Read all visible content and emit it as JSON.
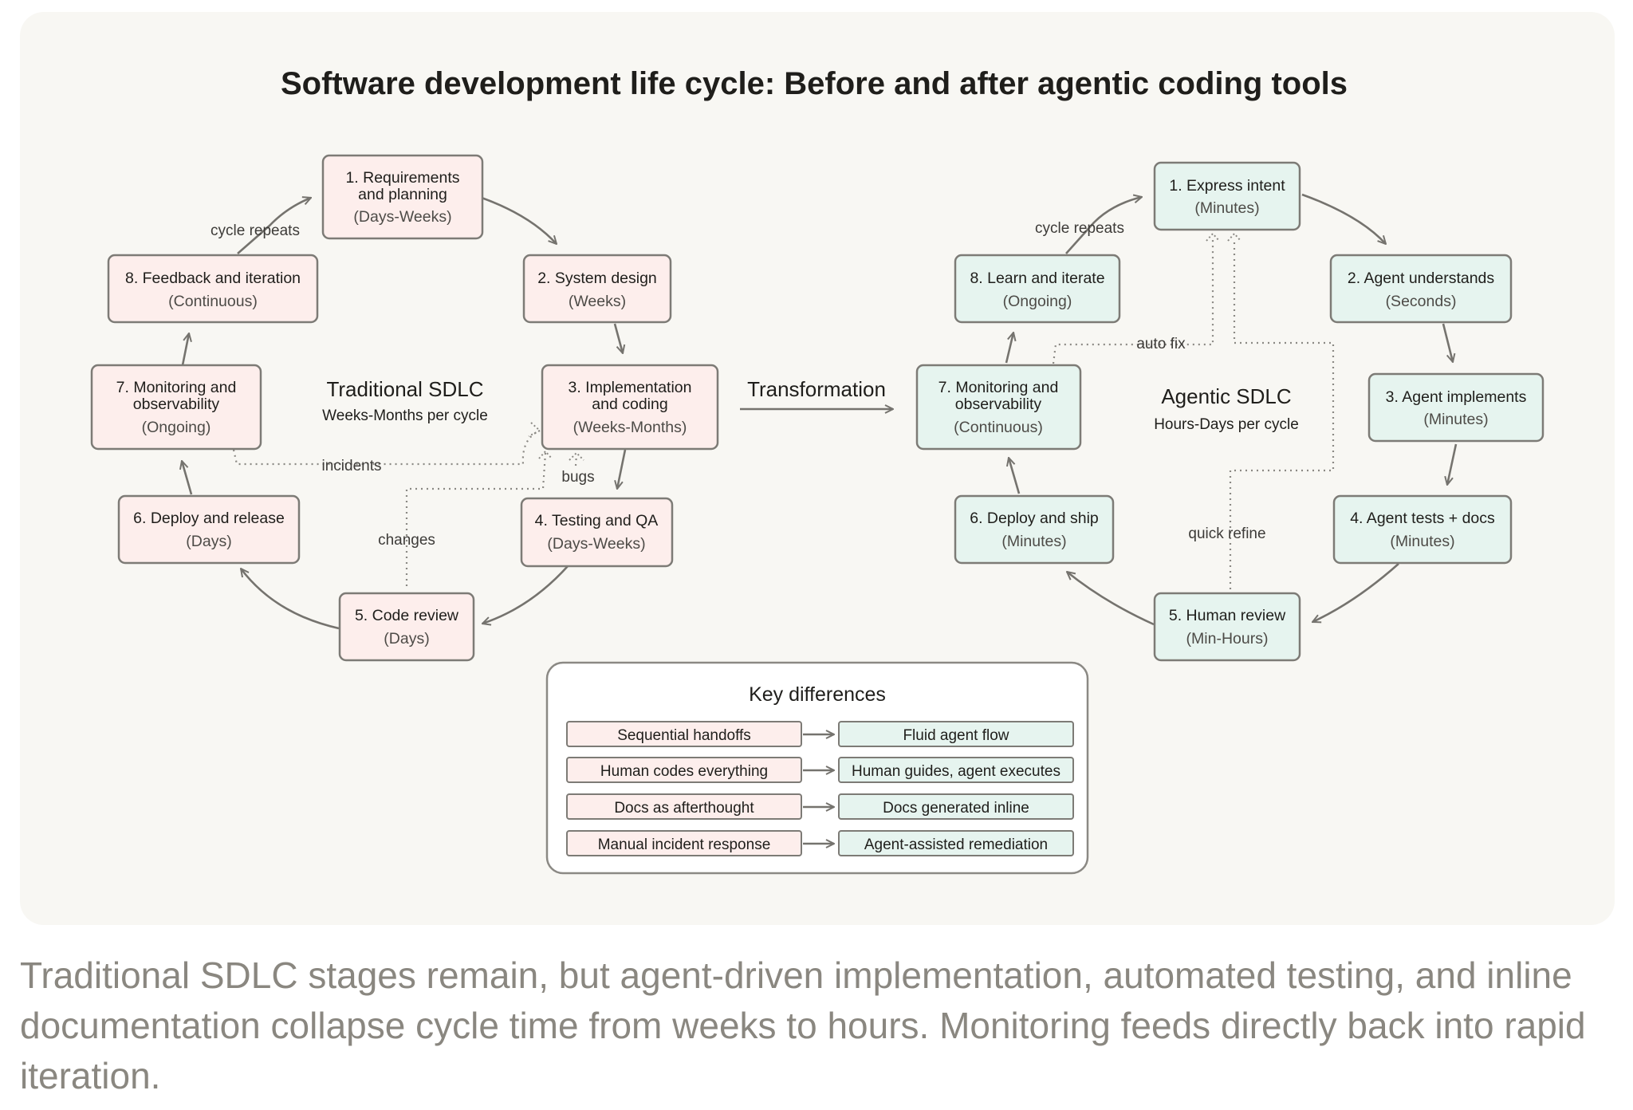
{
  "title": "Software development life cycle: Before and after agentic coding tools",
  "traditional": {
    "heading": "Traditional SDLC",
    "subheading": "Weeks-Months per cycle",
    "stages": [
      {
        "name": "1. Requirements and planning",
        "name_lines": [
          "1. Requirements",
          "and planning"
        ],
        "duration": "(Days-Weeks)"
      },
      {
        "name": "2. System design",
        "name_lines": [
          "2. System design"
        ],
        "duration": "(Weeks)"
      },
      {
        "name": "3. Implementation and coding",
        "name_lines": [
          "3. Implementation",
          "and coding"
        ],
        "duration": "(Weeks-Months)"
      },
      {
        "name": "4. Testing and QA",
        "name_lines": [
          "4. Testing and QA"
        ],
        "duration": "(Days-Weeks)"
      },
      {
        "name": "5. Code review",
        "name_lines": [
          "5. Code review"
        ],
        "duration": "(Days)"
      },
      {
        "name": "6. Deploy and release",
        "name_lines": [
          "6. Deploy and release"
        ],
        "duration": "(Days)"
      },
      {
        "name": "7. Monitoring and observability",
        "name_lines": [
          "7. Monitoring and",
          "observability"
        ],
        "duration": "(Ongoing)"
      },
      {
        "name": "8. Feedback and iteration",
        "name_lines": [
          "8. Feedback and iteration"
        ],
        "duration": "(Continuous)"
      }
    ],
    "flow_labels": {
      "cycle_repeats": "cycle repeats",
      "incidents": "incidents",
      "bugs": "bugs",
      "changes": "changes"
    }
  },
  "transformation_label": "Transformation",
  "agentic": {
    "heading": "Agentic SDLC",
    "subheading": "Hours-Days per cycle",
    "stages": [
      {
        "name": "1. Express intent",
        "name_lines": [
          "1. Express intent"
        ],
        "duration": "(Minutes)"
      },
      {
        "name": "2. Agent understands",
        "name_lines": [
          "2. Agent understands"
        ],
        "duration": "(Seconds)"
      },
      {
        "name": "3. Agent implements",
        "name_lines": [
          "3. Agent implements"
        ],
        "duration": "(Minutes)"
      },
      {
        "name": "4. Agent tests + docs",
        "name_lines": [
          "4. Agent tests + docs"
        ],
        "duration": "(Minutes)"
      },
      {
        "name": "5. Human review",
        "name_lines": [
          "5. Human review"
        ],
        "duration": "(Min-Hours)"
      },
      {
        "name": "6. Deploy and ship",
        "name_lines": [
          "6. Deploy and ship"
        ],
        "duration": "(Minutes)"
      },
      {
        "name": "7. Monitoring and observability",
        "name_lines": [
          "7. Monitoring and",
          "observability"
        ],
        "duration": "(Continuous)"
      },
      {
        "name": "8. Learn and iterate",
        "name_lines": [
          "8. Learn and iterate"
        ],
        "duration": "(Ongoing)"
      }
    ],
    "flow_labels": {
      "cycle_repeats": "cycle repeats",
      "auto_fix": "auto fix",
      "quick_refine": "quick refine"
    }
  },
  "key_differences": {
    "title": "Key differences",
    "rows": [
      {
        "before": "Sequential handoffs",
        "after": "Fluid agent flow"
      },
      {
        "before": "Human codes everything",
        "after": "Human guides, agent executes"
      },
      {
        "before": "Docs as afterthought",
        "after": "Docs generated inline"
      },
      {
        "before": "Manual incident response",
        "after": "Agent-assisted remediation"
      }
    ]
  },
  "caption": "Traditional SDLC stages remain, but agent-driven implementation, automated testing, and inline documentation collapse cycle time from weeks to hours. Monitoring feeds directly back into rapid iteration.",
  "colors": {
    "panel": "#f8f7f3",
    "traditional_fill": "#fdeeec",
    "agentic_fill": "#e6f4ef",
    "border": "#7d7b76",
    "caption_text": "#8a8780"
  }
}
